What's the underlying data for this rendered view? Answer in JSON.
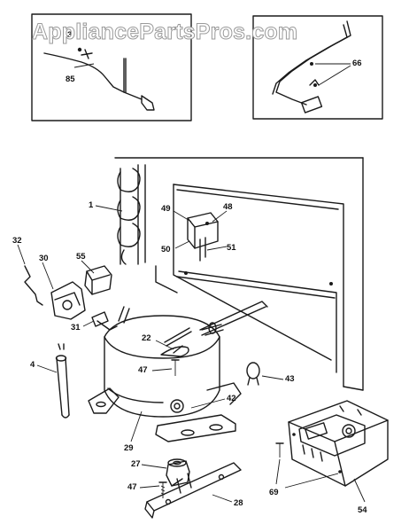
{
  "watermark": "AppliancePartsPros.com",
  "labels": {
    "p3": "3",
    "p85": "85",
    "p66": "66",
    "p1": "1",
    "p49": "49",
    "p48": "48",
    "p50": "50",
    "p51": "51",
    "p32": "32",
    "p30": "30",
    "p55": "55",
    "p31": "31",
    "p22": "22",
    "p4": "4",
    "p47a": "47",
    "p43": "43",
    "p42": "42",
    "p29": "29",
    "p27": "27",
    "p47b": "47",
    "p28": "28",
    "p69": "69",
    "p54": "54"
  }
}
